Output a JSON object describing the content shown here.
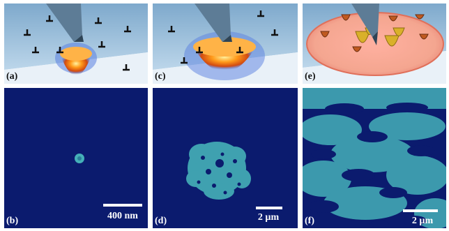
{
  "figure": {
    "panels": [
      {
        "id": "a",
        "label": "(a)",
        "kind": "schematic",
        "description_icon": "tip-heating-single-domain"
      },
      {
        "id": "b",
        "label": "(b)",
        "kind": "micrograph",
        "scale_label": "400 nm"
      },
      {
        "id": "c",
        "label": "(c)",
        "kind": "schematic",
        "description_icon": "tip-heating-expanded-domain"
      },
      {
        "id": "d",
        "label": "(d)",
        "kind": "micrograph",
        "scale_label": "2 µm"
      },
      {
        "id": "e",
        "label": "(e)",
        "kind": "schematic",
        "description_icon": "tip-heating-multiple-domains"
      },
      {
        "id": "f",
        "label": "(f)",
        "kind": "micrograph",
        "scale_label": "2 µm"
      }
    ],
    "colors": {
      "micrograph_bg": "#0b1b6e",
      "domain_color": "#45b0b8",
      "surface_top": "#8fbbd8",
      "heat_core": "#ff9a1a",
      "heat_glow": "#4d6fd1"
    }
  }
}
